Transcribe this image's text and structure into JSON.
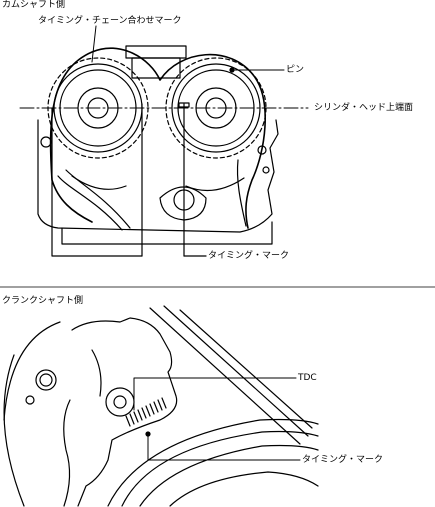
{
  "top_section": {
    "heading": "カムシャフト側",
    "labels": {
      "chain_mark": "タイミング・チェーン合わせマーク",
      "pin": "ピン",
      "head_face": "シリンダ・ヘッド上端面",
      "timing_mark": "タイミング・マーク"
    }
  },
  "bottom_section": {
    "heading": "クランクシャフト側",
    "labels": {
      "tdc": "TDC",
      "timing_mark": "タイミング・マーク"
    }
  }
}
